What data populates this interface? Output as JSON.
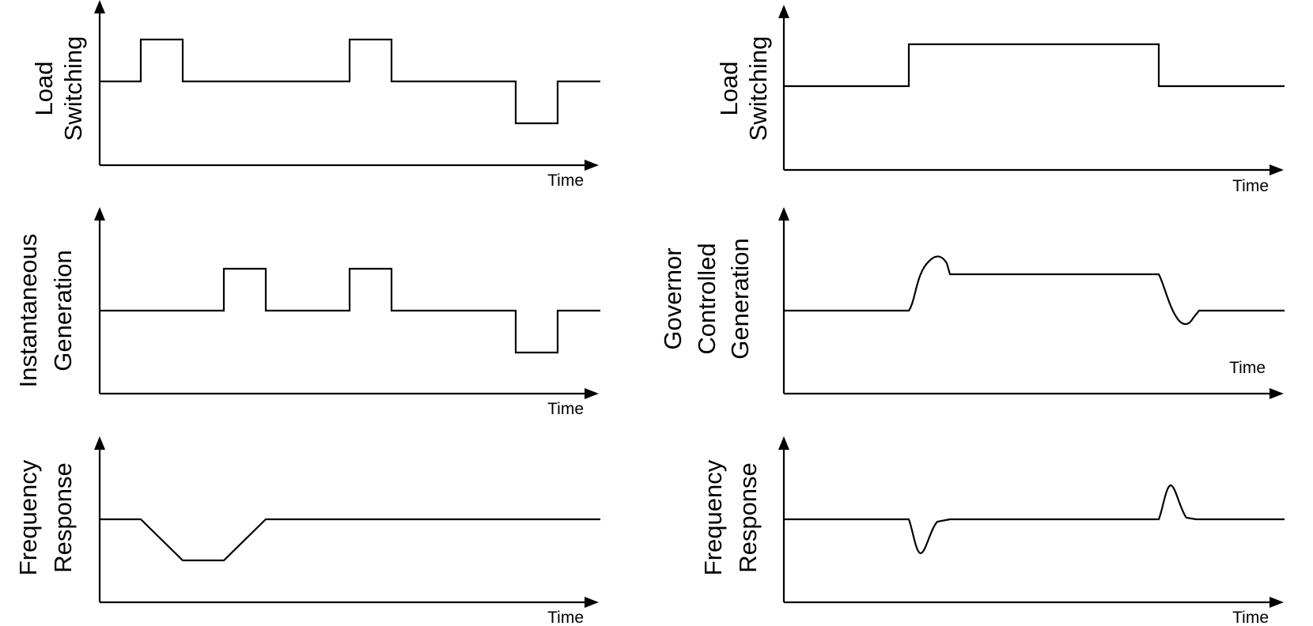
{
  "axis_label": "Time",
  "panels": [
    {
      "id": "left-load",
      "ylabel_lines": [
        "Load",
        "Switching"
      ]
    },
    {
      "id": "left-gen",
      "ylabel_lines": [
        "Instantaneous",
        "Generation"
      ]
    },
    {
      "id": "left-freq",
      "ylabel_lines": [
        "Frequency",
        "Response"
      ]
    },
    {
      "id": "right-load",
      "ylabel_lines": [
        "Load",
        "Switching"
      ]
    },
    {
      "id": "right-gen",
      "ylabel_lines": [
        "Governor",
        "Controlled",
        "Generation"
      ]
    },
    {
      "id": "right-freq",
      "ylabel_lines": [
        "Frequency",
        "Response"
      ]
    }
  ]
}
